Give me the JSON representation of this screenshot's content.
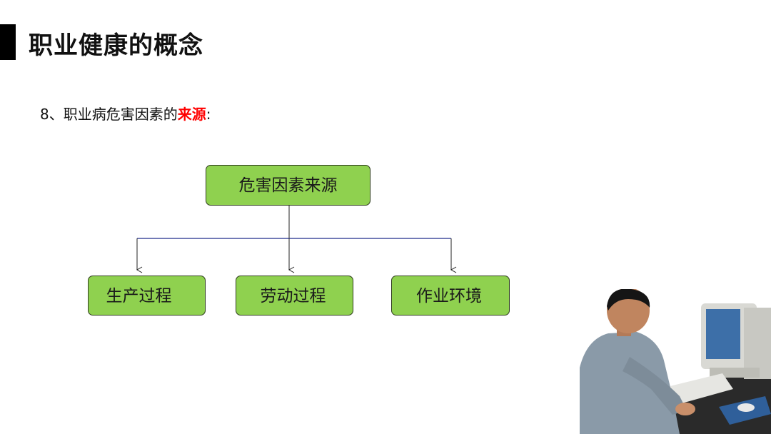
{
  "slide": {
    "title": "职业健康的概念",
    "subtitle_prefix": "8、职业病危害因素的",
    "subtitle_highlight": "来源",
    "subtitle_suffix": ":"
  },
  "diagram": {
    "root": "危害因素来源",
    "children": [
      "生产过程",
      "劳动过程",
      "作业环境"
    ]
  },
  "colors": {
    "box_fill": "#8fd14f",
    "highlight": "#ff0000",
    "connector": "#1f2a8a"
  }
}
